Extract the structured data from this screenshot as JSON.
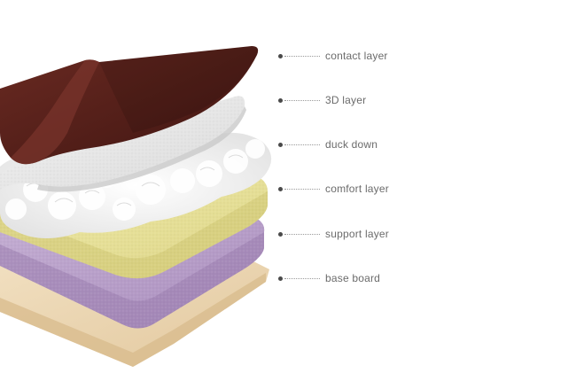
{
  "diagram": {
    "layers": [
      {
        "id": "contact",
        "label": "contact layer",
        "color": "#4f1c17"
      },
      {
        "id": "3d",
        "label": "3D layer",
        "color": "#e9e9e9"
      },
      {
        "id": "down",
        "label": "duck down",
        "color": "#fafafa"
      },
      {
        "id": "comfort",
        "label": "comfort layer",
        "color": "#e8e39a"
      },
      {
        "id": "support",
        "label": "support layer",
        "color": "#b9a0c8"
      },
      {
        "id": "base",
        "label": "base board",
        "color": "#ecd6b2"
      }
    ]
  }
}
